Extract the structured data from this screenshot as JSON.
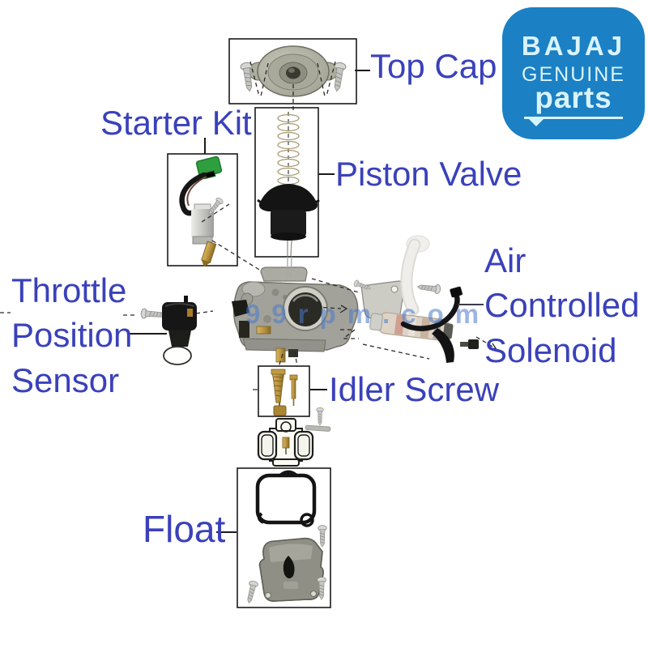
{
  "labels": {
    "top_cap": "Top Cap",
    "piston_valve": "Piston Valve",
    "starter_kit": "Starter Kit",
    "idler_screw": "Idler Screw",
    "float": "Float",
    "throttle": {
      "l1": "Throttle",
      "l2": "Position",
      "l3": "Sensor"
    },
    "air": {
      "l1": "Air",
      "l2": "Controlled",
      "l3": "Solenoid"
    }
  },
  "logo": {
    "brand": "BAJAJ",
    "line2": "GENUINE",
    "line3": "parts"
  },
  "watermark": {
    "text": "99rpm.com"
  },
  "colors": {
    "label_blue": "#3a41ba",
    "logo_bg": "#1b80c4",
    "logo_text": "#d9f3fc",
    "watermark_blue": "#4a79cc"
  }
}
